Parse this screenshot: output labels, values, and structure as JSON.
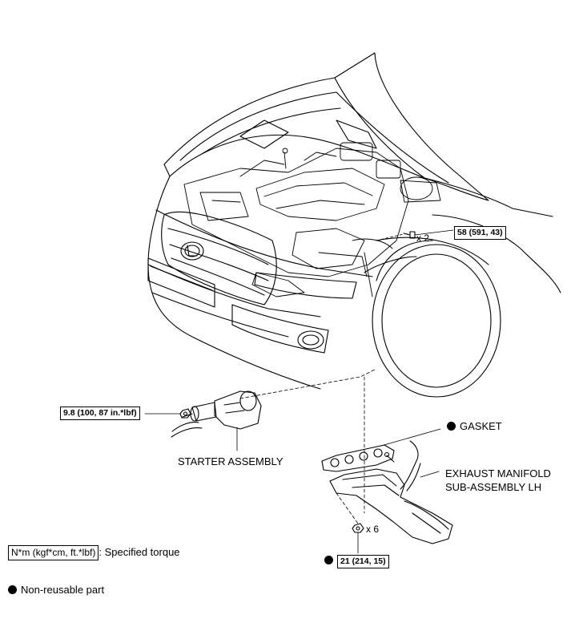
{
  "torque_specs": {
    "fender_bolt": "58 (591, 43)",
    "starter_terminal_nut": "9.8 (100, 87 in.*lbf)",
    "manifold_nut": "21 (214, 15)"
  },
  "quantities": {
    "fender_bolt": "x 2",
    "manifold_nut": "x 6"
  },
  "parts": {
    "gasket": "GASKET",
    "starter": "STARTER ASSEMBLY",
    "manifold_line1": "EXHAUST MANIFOLD",
    "manifold_line2": "SUB-ASSEMBLY LH"
  },
  "legend": {
    "torque_unit": "N*m (kgf*cm, ft.*lbf)",
    "torque_desc": ": Specified torque",
    "non_reusable": "Non-reusable part"
  },
  "icons": {
    "non_reusable_marker": "filled-circle-icon",
    "bolt": "bolt-icon",
    "nut": "nut-icon"
  },
  "colors": {
    "line": "#000000",
    "background": "#ffffff"
  }
}
